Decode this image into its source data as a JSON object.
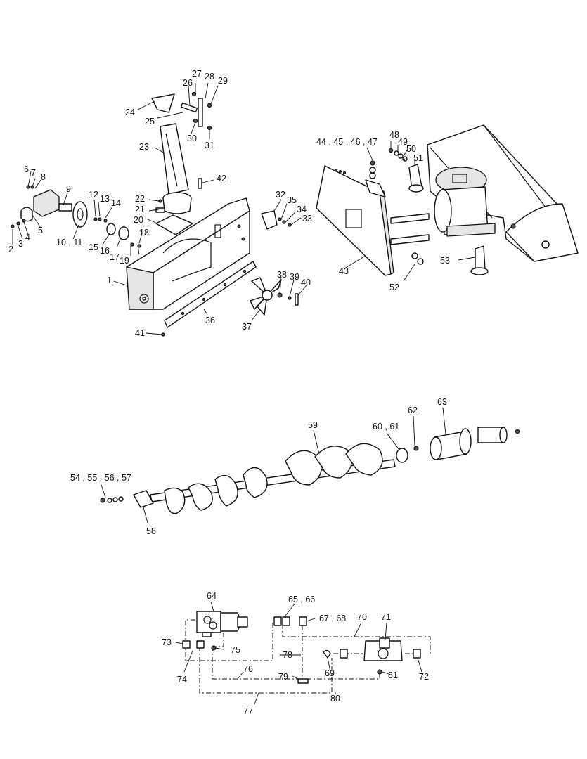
{
  "labels": {
    "l1": "1",
    "l2": "2",
    "l3": "3",
    "l4": "4",
    "l5": "5",
    "l6": "6",
    "l7": "7",
    "l8": "8",
    "l9": "9",
    "l10_11": "10 , 11",
    "l12": "12",
    "l13": "13",
    "l14": "14",
    "l15": "15",
    "l16": "16",
    "l17": "17",
    "l18": "18",
    "l19": "19",
    "l20": "20",
    "l21": "21",
    "l22": "22",
    "l23": "23",
    "l24": "24",
    "l25": "25",
    "l26": "26",
    "l27": "27",
    "l28": "28",
    "l29": "29",
    "l30": "30",
    "l31": "31",
    "l32": "32",
    "l33": "33",
    "l34": "34",
    "l35": "35",
    "l36": "36",
    "l37": "37",
    "l38": "38",
    "l39": "39",
    "l40": "40",
    "l41": "41",
    "l42": "42",
    "l43": "43",
    "l44_47": "44 , 45 , 46 , 47",
    "l48": "48",
    "l49": "49",
    "l50": "50",
    "l51": "51",
    "l52": "52",
    "l53": "53",
    "l54_57": "54 , 55 , 56 , 57",
    "l58": "58",
    "l59": "59",
    "l60_61": "60 , 61",
    "l62": "62",
    "l63": "63",
    "l64": "64",
    "l65_66": "65 , 66",
    "l67_68": "67 , 68",
    "l69": "69",
    "l70": "70",
    "l71": "71",
    "l72": "72",
    "l73": "73",
    "l74": "74",
    "l75": "75",
    "l76": "76",
    "l77": "77",
    "l78": "78",
    "l79": "79",
    "l80": "80",
    "l81": "81"
  }
}
